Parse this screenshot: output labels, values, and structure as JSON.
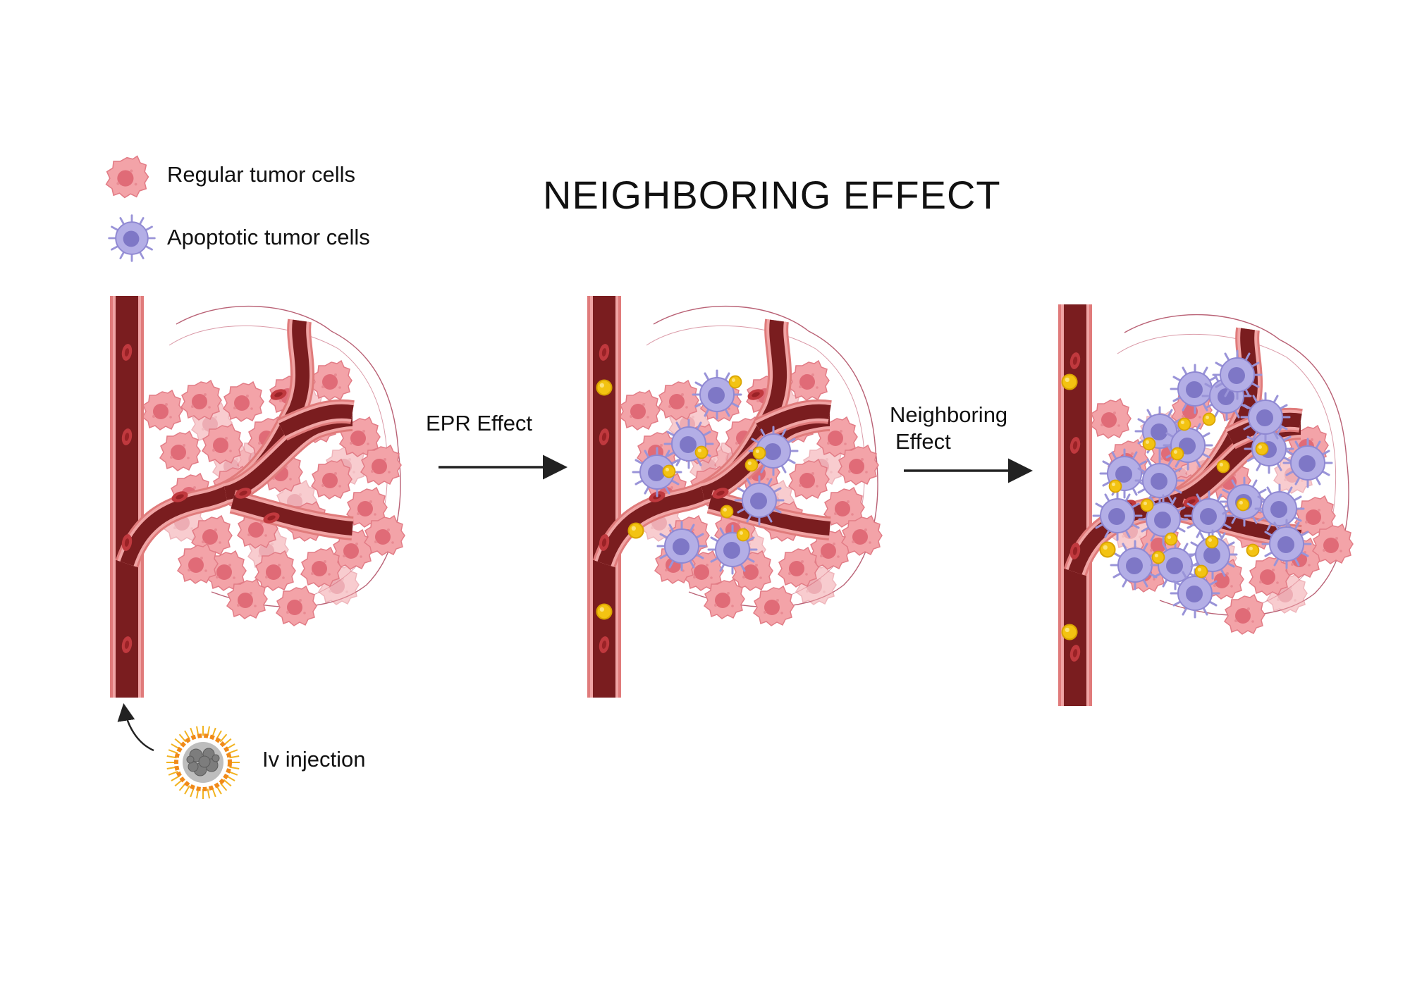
{
  "title": "NEIGHBORING EFFECT",
  "legend": {
    "regular": "Regular tumor cells",
    "apoptotic": "Apoptotic tumor cells"
  },
  "steps": {
    "epr": "EPR Effect",
    "neighboring_line1": "Neighboring",
    "neighboring_line2": "Effect"
  },
  "injection": "Iv injection",
  "colors": {
    "vessel_outer": "#e07b7b",
    "vessel_inner": "#7a1d1f",
    "tumor_cell": "#f09ba0",
    "tumor_nucleus": "#e06a75",
    "apoptotic_cell": "#a9a4e0",
    "apoptotic_nucleus": "#7f78c8",
    "nanoparticle": "#f2c10f"
  },
  "panels": [
    {
      "apoptotic_cells": 0,
      "nanoparticles_in_vessel": 0
    },
    {
      "apoptotic_cells": 7,
      "nanoparticles_in_vessel": 3
    },
    {
      "apoptotic_cells": 20,
      "nanoparticles_in_vessel": 3
    }
  ]
}
